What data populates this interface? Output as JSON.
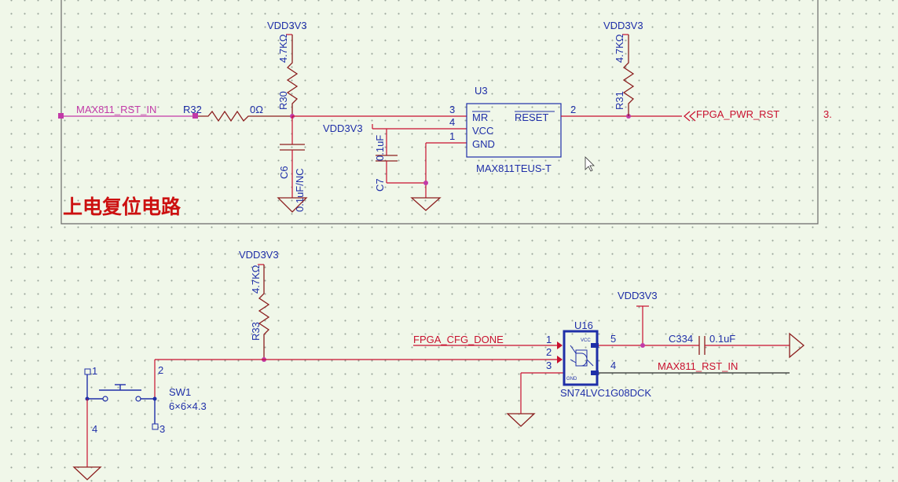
{
  "title": "上电复位电路",
  "power": {
    "vdd": "VDD3V3"
  },
  "nets": {
    "max811_rst_in": "MAX811_RST_IN",
    "fpga_pwr_rst": "FPGA_PWR_RST",
    "fpga_cfg_done": "FPGA_CFG_DONE",
    "sheet_ref": "3."
  },
  "parts": {
    "r32": {
      "ref": "R32",
      "value": "0Ω"
    },
    "r30": {
      "ref": "R30",
      "value": "4.7KΩ"
    },
    "r31": {
      "ref": "R31",
      "value": "4.7KΩ"
    },
    "r33": {
      "ref": "R33",
      "value": "4.7KΩ"
    },
    "c6": {
      "ref": "C6",
      "value": "0.1uF/NC"
    },
    "c7": {
      "ref": "C7",
      "value": "0.1uF"
    },
    "c334": {
      "ref": "C334",
      "value": "0.1uF"
    },
    "u3": {
      "ref": "U3",
      "part": "MAX811TEUS-T",
      "pins": {
        "mr": "MR",
        "vcc": "VCC",
        "gnd": "GND",
        "reset": "RESET"
      },
      "pin_numbers": {
        "mr": "3",
        "vcc": "4",
        "gnd": "1",
        "reset": "2"
      }
    },
    "u16": {
      "ref": "U16",
      "part": "SN74LVC1G08DCK",
      "inner_vcc": "VCC",
      "inner_gnd": "GND",
      "pin_numbers": {
        "a": "1",
        "b": "2",
        "gnd": "3",
        "y": "4",
        "vcc": "5"
      }
    },
    "sw1": {
      "ref": "SW1",
      "value": "6×6×4.3",
      "pin_numbers": {
        "p1": "1",
        "p2": "2",
        "p3": "3",
        "p4": "4"
      }
    }
  },
  "colors": {
    "background": "#f0f7e9",
    "wire": "#c8102e",
    "label": "#1f2fa8",
    "net_label": "#c23aa8",
    "title": "#cc1010"
  }
}
